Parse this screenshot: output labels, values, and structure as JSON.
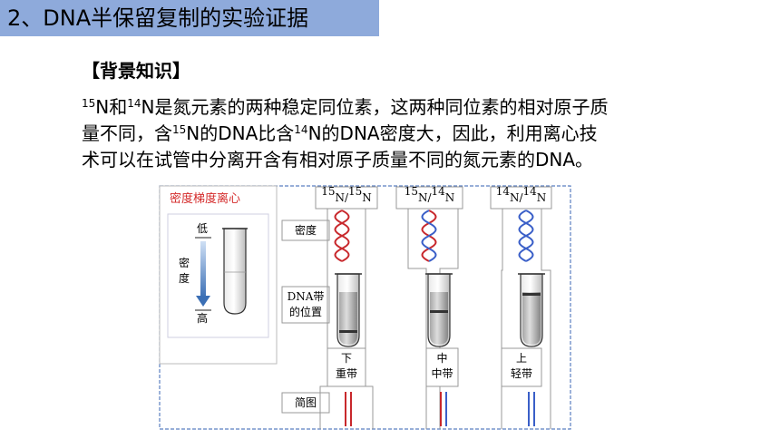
{
  "title": "2、DNA半保留复制的实验证据",
  "subheading": "【背景知识】",
  "paragraph": {
    "line1": [
      {
        "t": "15",
        "sup": true
      },
      {
        "t": "N和"
      },
      {
        "t": "14",
        "sup": true
      },
      {
        "t": "N是氮元素的两种稳定同位素，这两种同位素的相对原子质"
      }
    ],
    "line2": [
      {
        "t": "量不同，含"
      },
      {
        "t": "15",
        "sup": true
      },
      {
        "t": "N的DNA比含"
      },
      {
        "t": "14",
        "sup": true
      },
      {
        "t": "N的DNA密度大，因此，利用离心技"
      }
    ],
    "line3": [
      {
        "t": "术可以在试管中分离开含有相对原子质量不同的氮元素的DNA。"
      }
    ]
  },
  "figure": {
    "panel_title": "密度梯度离心",
    "density_low": "低",
    "density_label": "密\n度",
    "density_high": "高",
    "row_density": "密度",
    "row_band_line1": "DNA带",
    "row_band_line2": "的位置",
    "row_diagram": "简图",
    "columns": [
      {
        "isotope": "15N/15N",
        "band_pos": "下",
        "band_name": "重带"
      },
      {
        "isotope": "15N/14N",
        "band_pos": "中",
        "band_name": "中带"
      },
      {
        "isotope": "14N/14N",
        "band_pos": "上",
        "band_name": "轻带"
      }
    ],
    "colors": {
      "heavy": "#c8282c",
      "light": "#3a5fc8",
      "border": "#5a7fc0",
      "title_red": "#d42a2a"
    }
  }
}
